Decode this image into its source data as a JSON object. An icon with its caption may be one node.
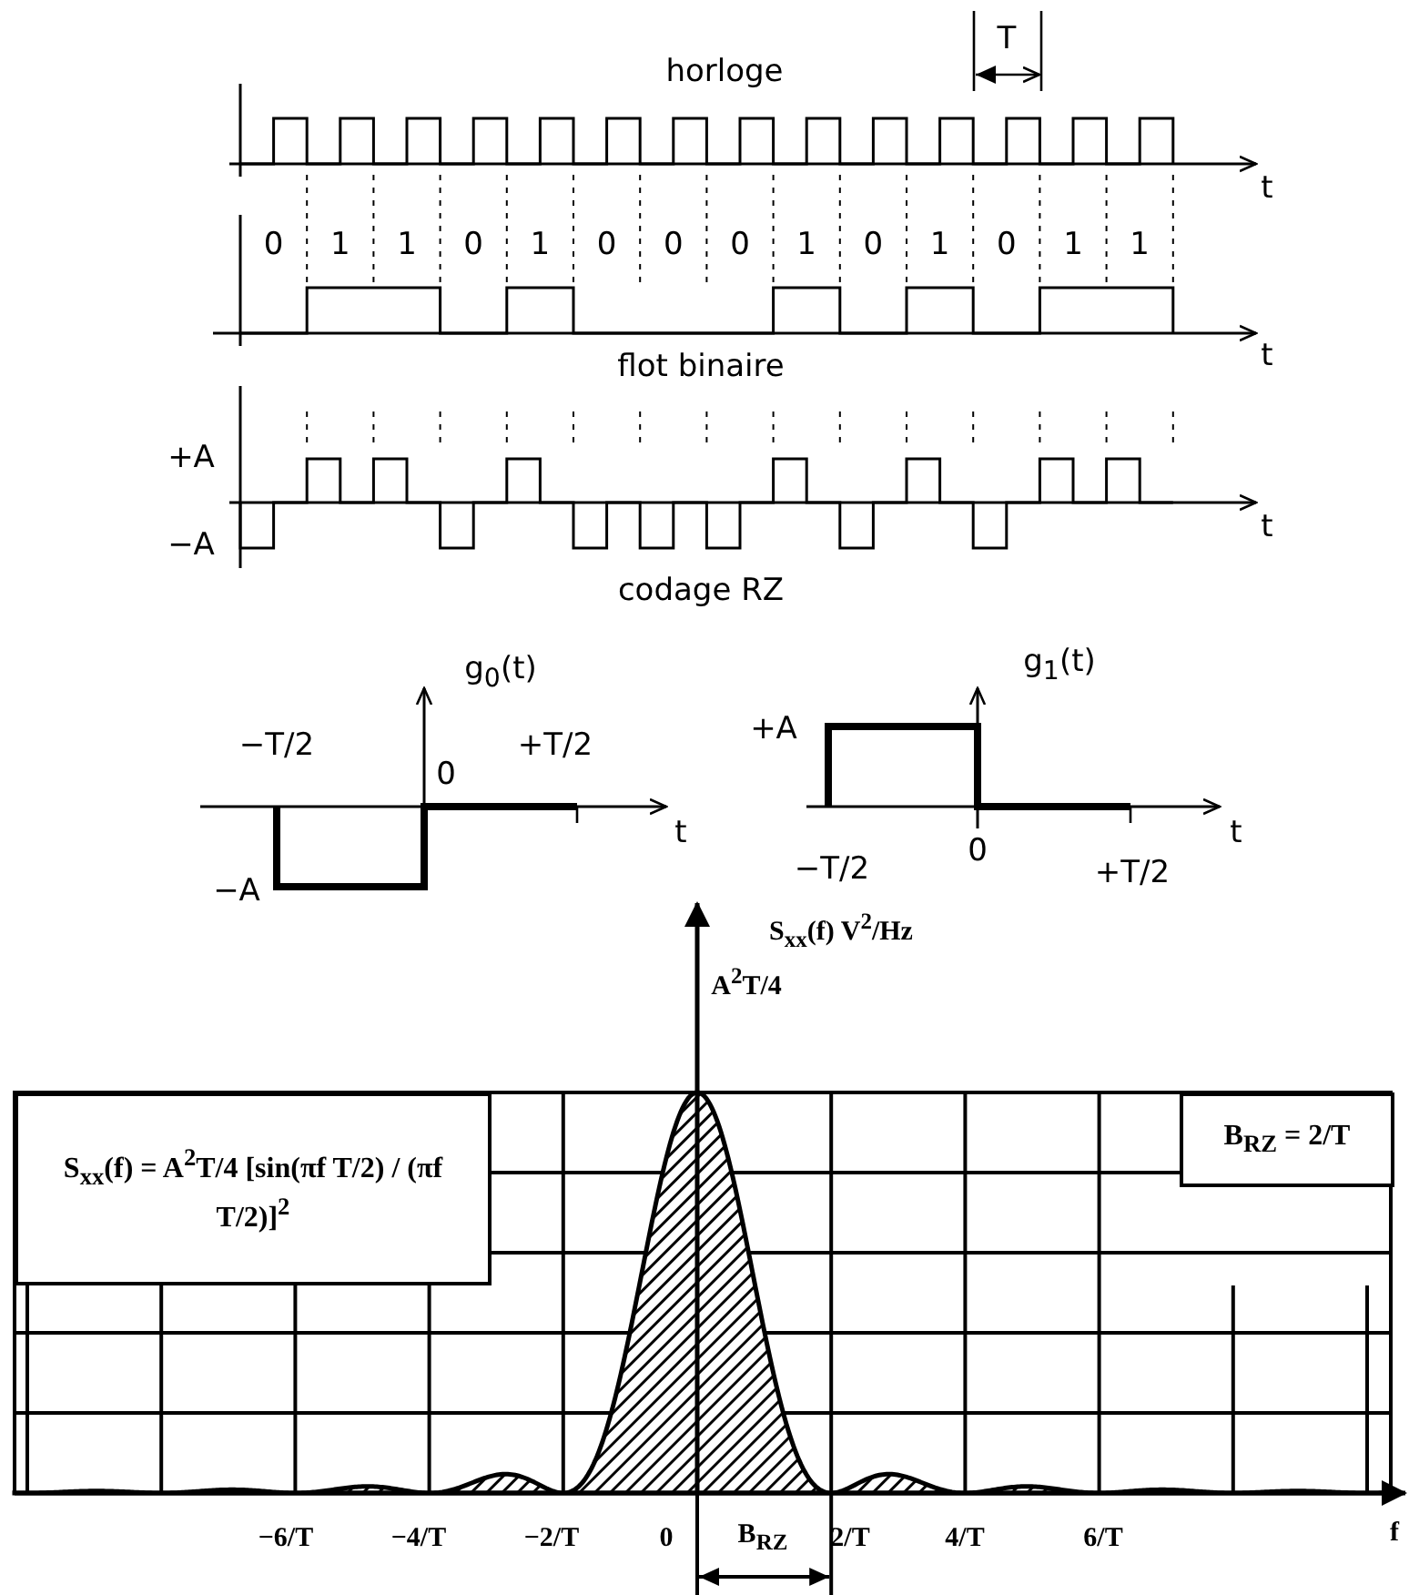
{
  "diagram": {
    "nodes": [
      {
        "text": [
          "S$_{xx}$(f) = A$^{2}$T/4 [sin(πf T/2) / (πf T/2)]$^{2}$"
        ]
      },
      {
        "text": [
          "B$_{RZ}$ = 2/T"
        ]
      }
    ],
    "labels": [
      "T",
      "horloge",
      "t",
      "0",
      "1",
      "1",
      "0",
      "1",
      "0",
      "0",
      "0",
      "1",
      "0",
      "1",
      "0",
      "1",
      "1",
      "t",
      "flot binaire",
      "+A",
      "−A",
      "t",
      "codage RZ",
      "g$_{0}$(t)",
      "−T/2",
      "0",
      "+T/2",
      "t",
      "−A",
      "g$_{1}$(t)",
      "+A",
      "−T/2",
      "0",
      "+T/2",
      "t",
      "S$_{xx}$(f) V$^{2}$/Hz",
      "A$^{2}$T/4",
      "−6/T",
      "−4/T",
      "−2/T",
      "0",
      "2/T",
      "4/T",
      "6/T",
      "f",
      "B$_{RZ}$"
    ]
  }
}
